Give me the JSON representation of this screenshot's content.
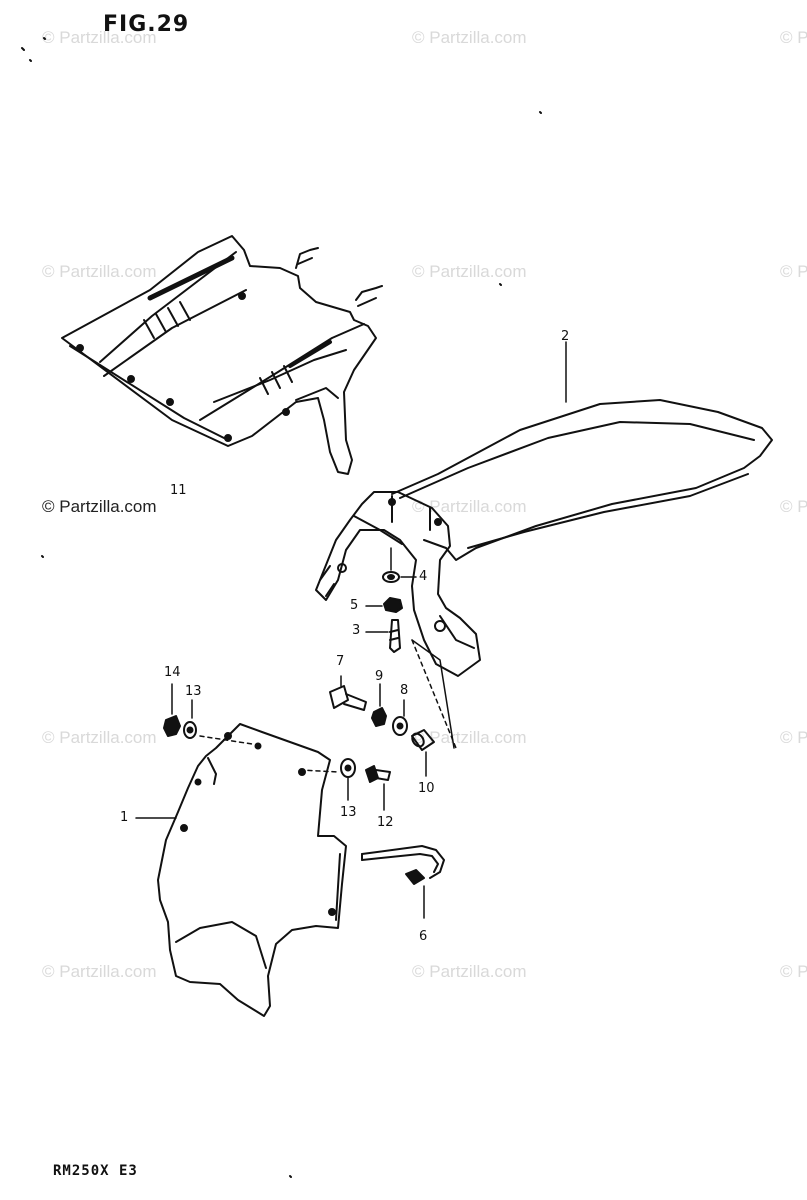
{
  "figure": {
    "title": "FIG.29",
    "model_code": "RM250X E3"
  },
  "watermark": {
    "text": "© Partzilla.com"
  },
  "callouts": {
    "p1": "1",
    "p2": "2",
    "p3": "3",
    "p4": "4",
    "p5": "5",
    "p6": "6",
    "p7": "7",
    "p8": "8",
    "p9": "9",
    "p10": "10",
    "p11": "11",
    "p12": "12",
    "p13a": "13",
    "p13b": "13",
    "p14": "14"
  },
  "colors": {
    "line": "#111111",
    "watermark": "#d9d9d9"
  }
}
